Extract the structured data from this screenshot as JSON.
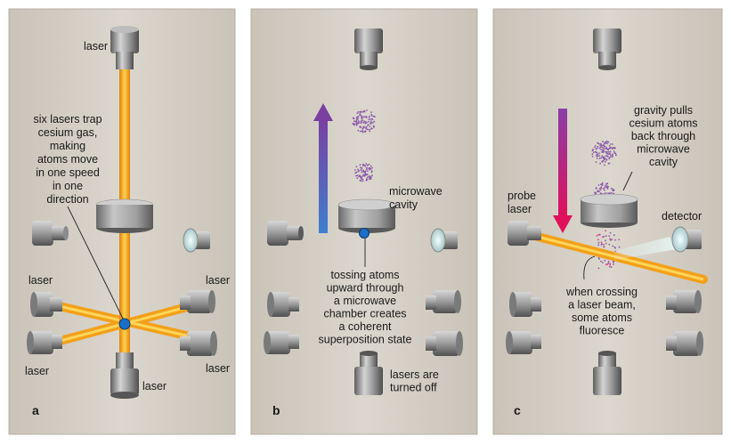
{
  "panels": [
    {
      "id": "a",
      "letter": "a",
      "labels": {
        "laser_top": "laser",
        "caption": [
          "six lasers trap",
          "cesium gas,",
          "making",
          "atoms move",
          "in one speed",
          "in one",
          "direction"
        ],
        "laser_ul": "laser",
        "laser_ur": "laser",
        "laser_ll": "laser",
        "laser_lr": "laser",
        "laser_bottom": "laser"
      }
    },
    {
      "id": "b",
      "letter": "b",
      "labels": {
        "cavity": [
          "microwave",
          "cavity"
        ],
        "caption": [
          "tossing atoms",
          "upward through",
          "a microwave",
          "chamber creates",
          "a coherent",
          "superposition state"
        ],
        "lasers_off": [
          "lasers are",
          "turned off"
        ]
      }
    },
    {
      "id": "c",
      "letter": "c",
      "labels": {
        "gravity": [
          "gravity pulls",
          "cesium atoms",
          "back through",
          "microwave",
          "cavity"
        ],
        "probe": [
          "probe",
          "laser"
        ],
        "detector": "detector",
        "fluoresce": [
          "when crossing",
          "a laser beam,",
          "some atoms",
          "fluoresce"
        ]
      }
    }
  ],
  "colors": {
    "panel_fill": "#d6d1c7",
    "panel_border": "#a8a398",
    "beam": "#f5a21a",
    "beam_core": "#ffd24a",
    "atom_blue": "#1a6fc4",
    "atom_cloud": "#8b5aa8",
    "arrow_up_top": "#7a3fa0",
    "arrow_up_bottom": "#3f7fd0",
    "arrow_down_top": "#8a3fa8",
    "arrow_down_bottom": "#e0105a",
    "metal_light": "#c9c9c9",
    "metal_dark": "#6e6e6e"
  }
}
